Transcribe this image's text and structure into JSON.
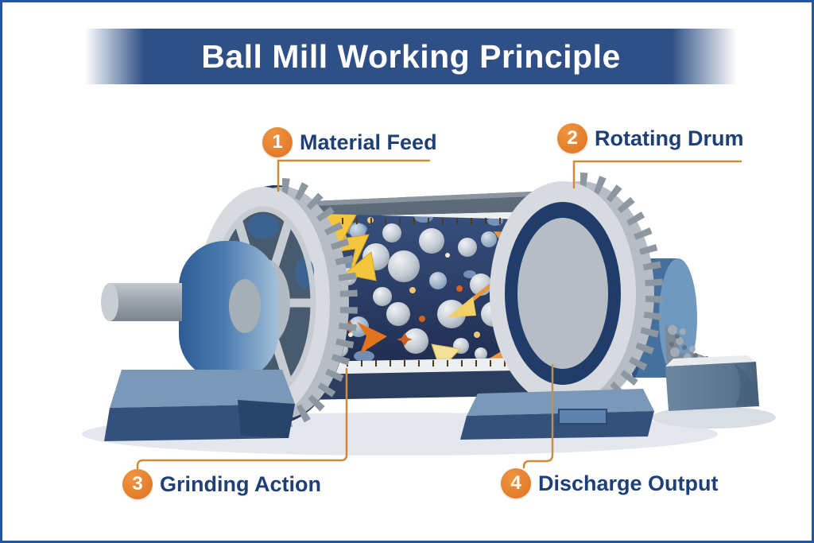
{
  "title": {
    "text": "Ball Mill Working Principle"
  },
  "callouts": [
    {
      "number": "1",
      "label": "Material Feed"
    },
    {
      "number": "2",
      "label": "Rotating Drum"
    },
    {
      "number": "3",
      "label": "Grinding Action"
    },
    {
      "number": "4",
      "label": "Discharge Output"
    }
  ],
  "illustration": {
    "subject": "ball mill cutaway",
    "icons": [
      "lightning-feed-arrow",
      "impact-double-arrow",
      "rotation-curved-arrow",
      "tumble-chevron-arrow",
      "discharge-stream"
    ]
  },
  "colors": {
    "border_blue": "#2456a0",
    "banner_blue": "#2f5086",
    "navy_text": "#1e4076",
    "accent_orange": "#dd7222",
    "connector_orange": "#d08a3e",
    "drum_interior_navy": "#2c3f6b",
    "machine_blue": "#4a7bae",
    "steel_gray": "#d7dbdf",
    "ball_silver": "#c7ced5",
    "arrow_orange": "#e8953f",
    "arrow_yellow": "#f4c63e"
  }
}
